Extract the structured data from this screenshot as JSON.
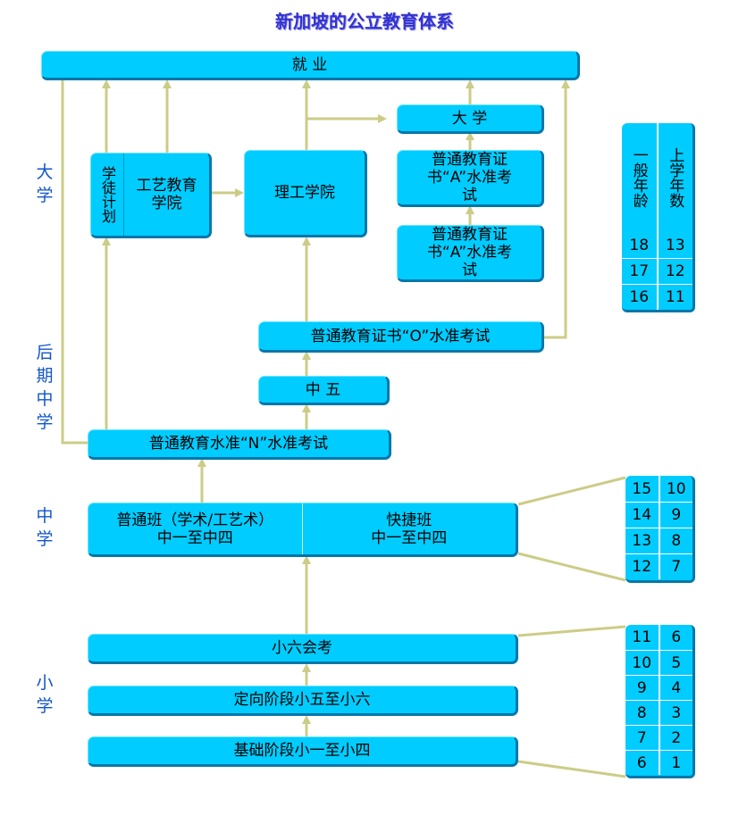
{
  "title": "新加坡的公立教育体系",
  "stage_labels": {
    "university": "大学",
    "post_secondary": "后期中学",
    "secondary": "中学",
    "primary": "小学"
  },
  "boxes": {
    "employment": "就 业",
    "apprenticeship": "学徒计划",
    "ite": "工艺教育学院",
    "polytechnic": "理工学院",
    "university": "大 学",
    "a_level_1": "普通教育证书“A”水准考试",
    "a_level_2": "普通教育证书“A”水准考试",
    "o_level": "普通教育证书“O”水准考试",
    "sec5": "中 五",
    "n_level": "普通教育水准“N”水准考试",
    "normal_stream": "普通班（学术/工艺术）",
    "normal_stream_sub": "中一至中四",
    "express_stream": "快捷班",
    "express_stream_sub": "中一至中四",
    "psle": "小六会考",
    "orientation": "定向阶段小五至小六",
    "foundation": "基础阶段小一至小四"
  },
  "age_table_headers": {
    "age": "一般年龄",
    "years": "上学年数"
  },
  "age_tables": {
    "university": [
      [
        "18",
        "13"
      ],
      [
        "17",
        "12"
      ],
      [
        "16",
        "11"
      ]
    ],
    "secondary": [
      [
        "15",
        "10"
      ],
      [
        "14",
        "9"
      ],
      [
        "13",
        "8"
      ],
      [
        "12",
        "7"
      ]
    ],
    "primary": [
      [
        "11",
        "6"
      ],
      [
        "10",
        "5"
      ],
      [
        "9",
        "4"
      ],
      [
        "8",
        "3"
      ],
      [
        "7",
        "2"
      ],
      [
        "6",
        "1"
      ]
    ]
  },
  "colors": {
    "box_fill": "#00ccff",
    "box_shadow": "#0077aa",
    "connector": "#cccc88",
    "title": "#3333cc",
    "stage_label": "#1155cc"
  }
}
